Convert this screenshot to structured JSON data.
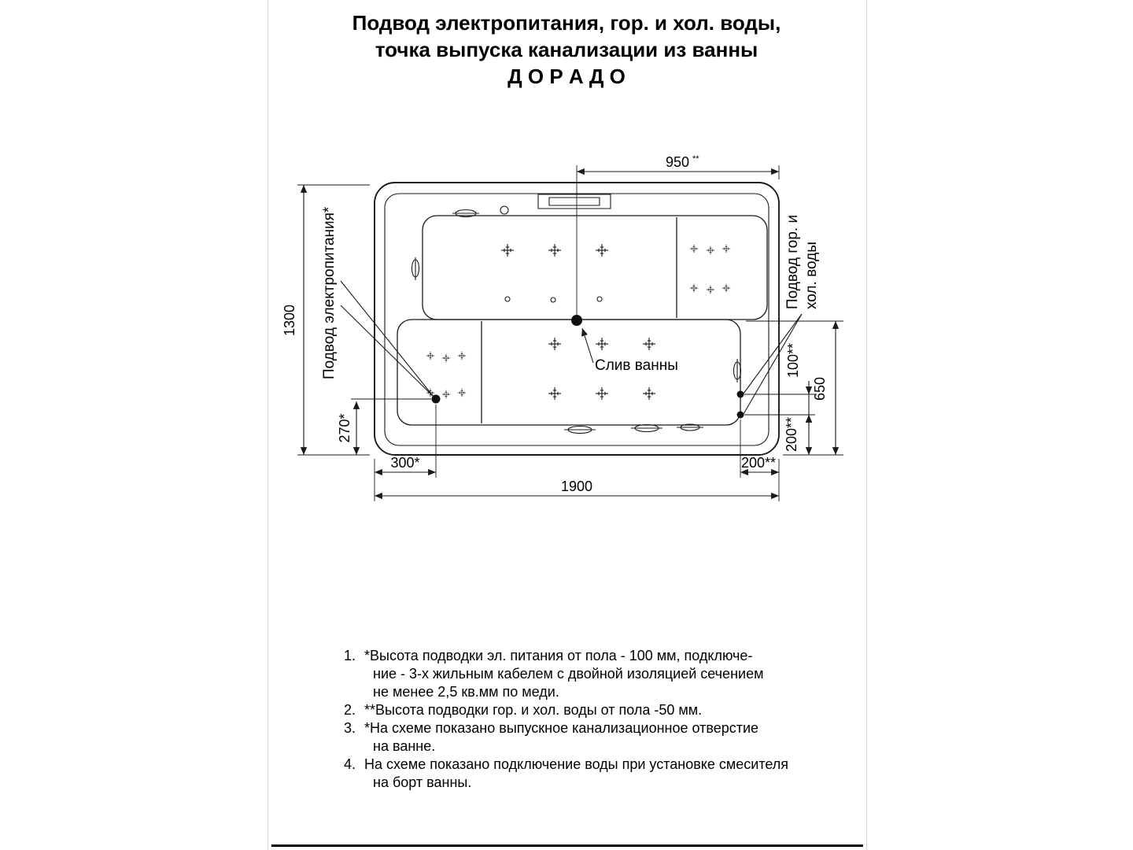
{
  "page": {
    "title_line1": "Подвод электропитания, гор. и хол. воды,",
    "title_line2": "точка выпуска канализации из ванны",
    "title_line3": "Д О Р А Д О"
  },
  "drawing": {
    "labels": {
      "power_supply": "Подвод электропитания*",
      "water_supply_line1": "Подвод гор. и",
      "water_supply_line2": "хол. воды",
      "drain": "Слив ванны"
    },
    "dimensions": {
      "half_width_top": "950",
      "half_width_top_sup": "**",
      "overall_depth": "1300",
      "power_offset_y": "270*",
      "power_offset_x": "300*",
      "overall_width": "1900",
      "water_offset_x": "200**",
      "water_gap": "100**",
      "drain_offset": "650",
      "water_offset_y": "200**"
    }
  },
  "notes": {
    "n1": {
      "num": "1.",
      "l1": "*Высота подводки эл. питания от пола - 100 мм, подключе-",
      "l2": "ние - 3-х жильным кабелем с двойной изоляцией сечением",
      "l3": "не менее 2,5 кв.мм по меди."
    },
    "n2": {
      "num": "2.",
      "l1": "**Высота подводки гор. и хол. воды от пола -50 мм."
    },
    "n3": {
      "num": "3.",
      "l1": "*На схеме показано выпускное канализационное отверстие",
      "l2": "на ванне."
    },
    "n4": {
      "num": "4.",
      "l1": "На схеме показано подключение воды при установке смесителя",
      "l2": "на борт ванны."
    }
  }
}
